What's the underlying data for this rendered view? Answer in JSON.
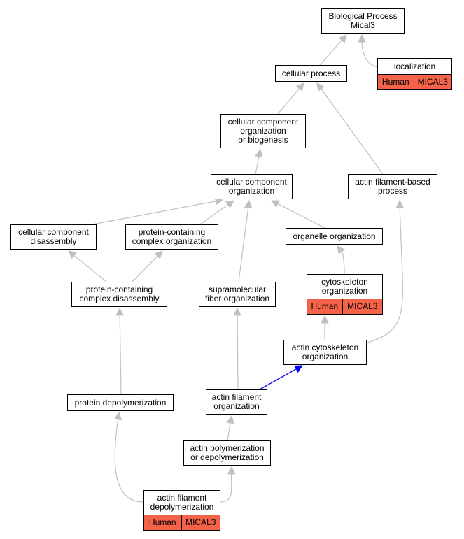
{
  "diagram": {
    "colors": {
      "edge": "#c0c0c0",
      "highlight_edge": "#0000ff",
      "node_border": "#000000",
      "tag_fill": "#f4624a"
    },
    "nodes": {
      "bp": {
        "lines": [
          "Biological Process",
          "Mical3"
        ]
      },
      "cellular_process": {
        "lines": [
          "cellular process"
        ]
      },
      "localization": {
        "lines": [
          "localization"
        ],
        "tags": [
          "Human",
          "MICAL3"
        ]
      },
      "ccob": {
        "lines": [
          "cellular component",
          "organization",
          "or biogenesis"
        ]
      },
      "cco": {
        "lines": [
          "cellular component",
          "organization"
        ]
      },
      "afbp": {
        "lines": [
          "actin filament-based",
          "process"
        ]
      },
      "ccd": {
        "lines": [
          "cellular component",
          "disassembly"
        ]
      },
      "pcco": {
        "lines": [
          "protein-containing",
          "complex organization"
        ]
      },
      "oo": {
        "lines": [
          "organelle organization"
        ]
      },
      "pccd": {
        "lines": [
          "protein-containing",
          "complex disassembly"
        ]
      },
      "sfo": {
        "lines": [
          "supramolecular",
          "fiber organization"
        ]
      },
      "co": {
        "lines": [
          "cytoskeleton",
          "organization"
        ],
        "tags": [
          "Human",
          "MICAL3"
        ]
      },
      "aco": {
        "lines": [
          "actin cytoskeleton",
          "organization"
        ]
      },
      "pd": {
        "lines": [
          "protein depolymerization"
        ]
      },
      "afo": {
        "lines": [
          "actin filament",
          "organization"
        ]
      },
      "apd": {
        "lines": [
          "actin polymerization",
          "or depolymerization"
        ]
      },
      "afd": {
        "lines": [
          "actin filament",
          "depolymerization"
        ],
        "tags": [
          "Human",
          "MICAL3"
        ]
      }
    },
    "edges": [
      {
        "from": "cellular_process",
        "to": "bp"
      },
      {
        "from": "localization",
        "to": "bp"
      },
      {
        "from": "ccob",
        "to": "cellular_process"
      },
      {
        "from": "afbp",
        "to": "cellular_process"
      },
      {
        "from": "cco",
        "to": "ccob"
      },
      {
        "from": "ccd",
        "to": "cco"
      },
      {
        "from": "pcco",
        "to": "cco"
      },
      {
        "from": "oo",
        "to": "cco"
      },
      {
        "from": "sfo",
        "to": "cco"
      },
      {
        "from": "pccd",
        "to": "ccd"
      },
      {
        "from": "pccd",
        "to": "pcco"
      },
      {
        "from": "co",
        "to": "oo"
      },
      {
        "from": "aco",
        "to": "co"
      },
      {
        "from": "aco",
        "to": "afbp"
      },
      {
        "from": "pd",
        "to": "pccd"
      },
      {
        "from": "afo",
        "to": "sfo"
      },
      {
        "from": "afo",
        "to": "aco",
        "highlight": true
      },
      {
        "from": "apd",
        "to": "afo"
      },
      {
        "from": "afd",
        "to": "pd"
      },
      {
        "from": "afd",
        "to": "apd"
      }
    ]
  }
}
